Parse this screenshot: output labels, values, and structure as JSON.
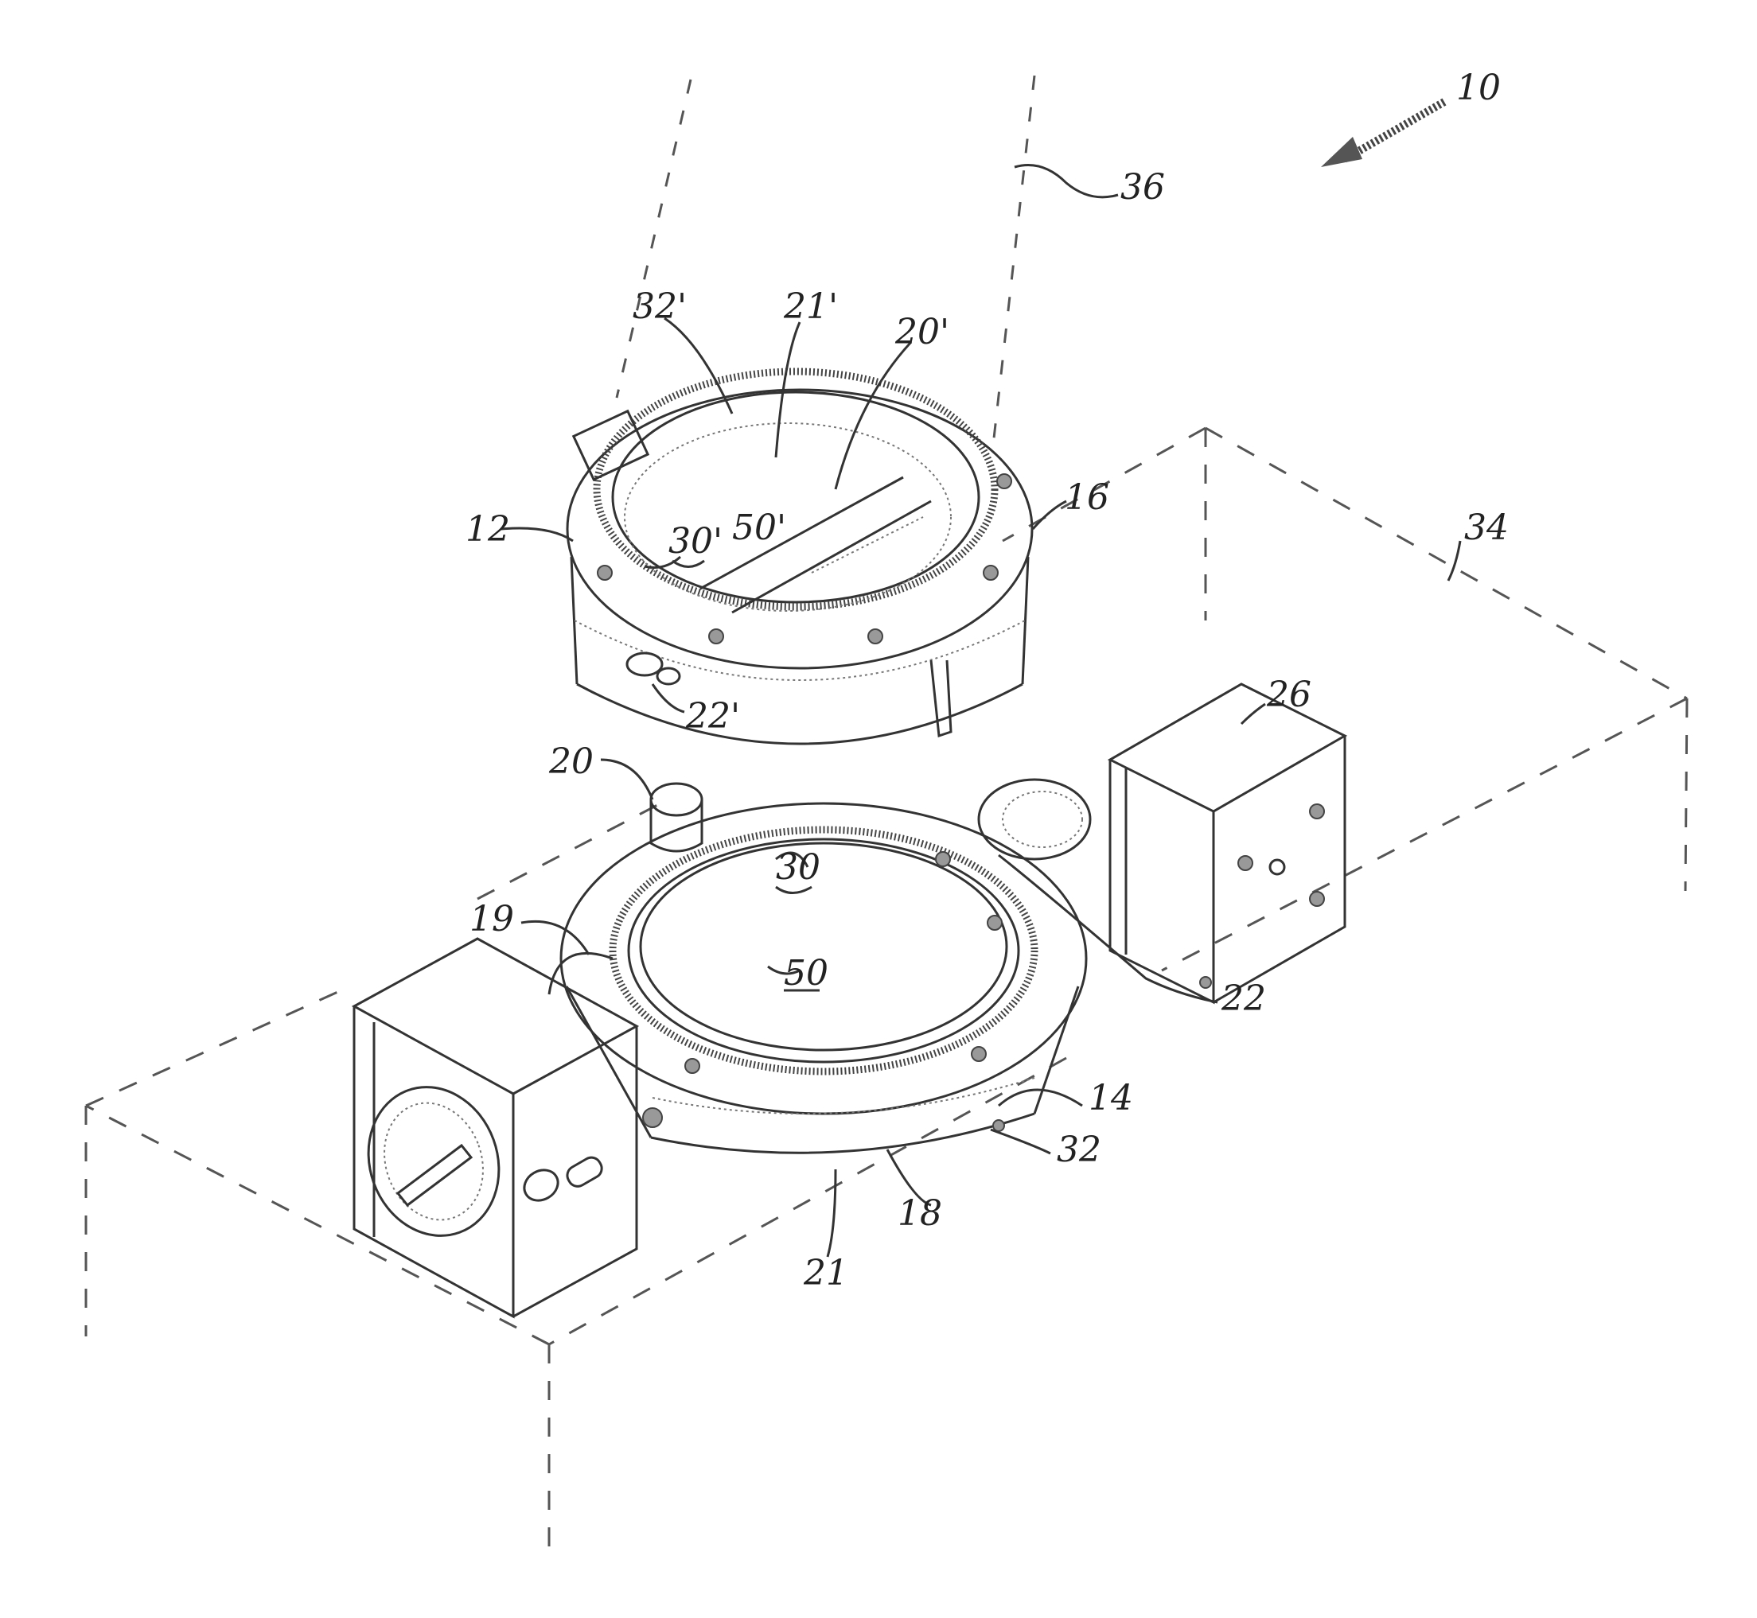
{
  "figure": {
    "labels": {
      "ref_10": "10",
      "ref_36": "36",
      "ref_32p": "32'",
      "ref_21p": "21'",
      "ref_20p": "20'",
      "ref_12": "12",
      "ref_30p": "30'",
      "ref_50p": "50'",
      "ref_16": "16",
      "ref_34": "34",
      "ref_22p": "22'",
      "ref_26": "26",
      "ref_20": "20",
      "ref_19": "19",
      "ref_30": "30",
      "ref_50": "50",
      "ref_22": "22",
      "ref_14": "14",
      "ref_32": "32",
      "ref_18": "18",
      "ref_21": "21"
    }
  }
}
